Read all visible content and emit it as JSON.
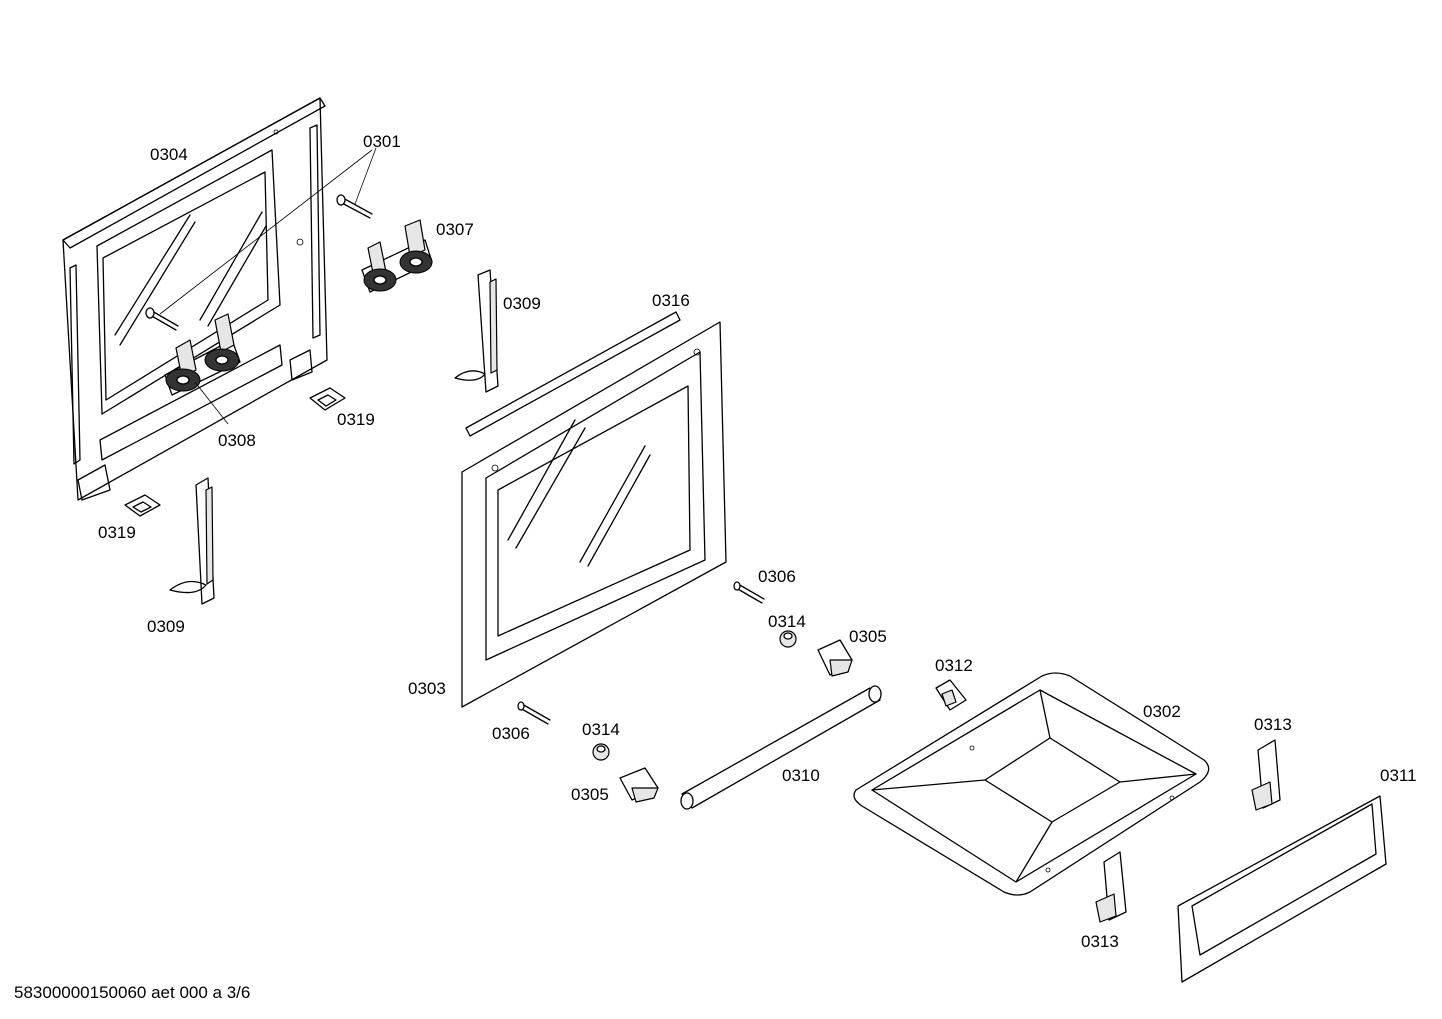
{
  "diagram": {
    "labels": {
      "l0301": "0301",
      "l0302": "0302",
      "l0303": "0303",
      "l0304": "0304",
      "l0305a": "0305",
      "l0305b": "0305",
      "l0306a": "0306",
      "l0306b": "0306",
      "l0307": "0307",
      "l0308": "0308",
      "l0309a": "0309",
      "l0309b": "0309",
      "l0310": "0310",
      "l0311": "0311",
      "l0312": "0312",
      "l0313a": "0313",
      "l0313b": "0313",
      "l0314a": "0314",
      "l0314b": "0314",
      "l0316": "0316",
      "l0319a": "0319",
      "l0319b": "0319"
    },
    "footer": "58300000150060 aet 000 a 3/6"
  }
}
